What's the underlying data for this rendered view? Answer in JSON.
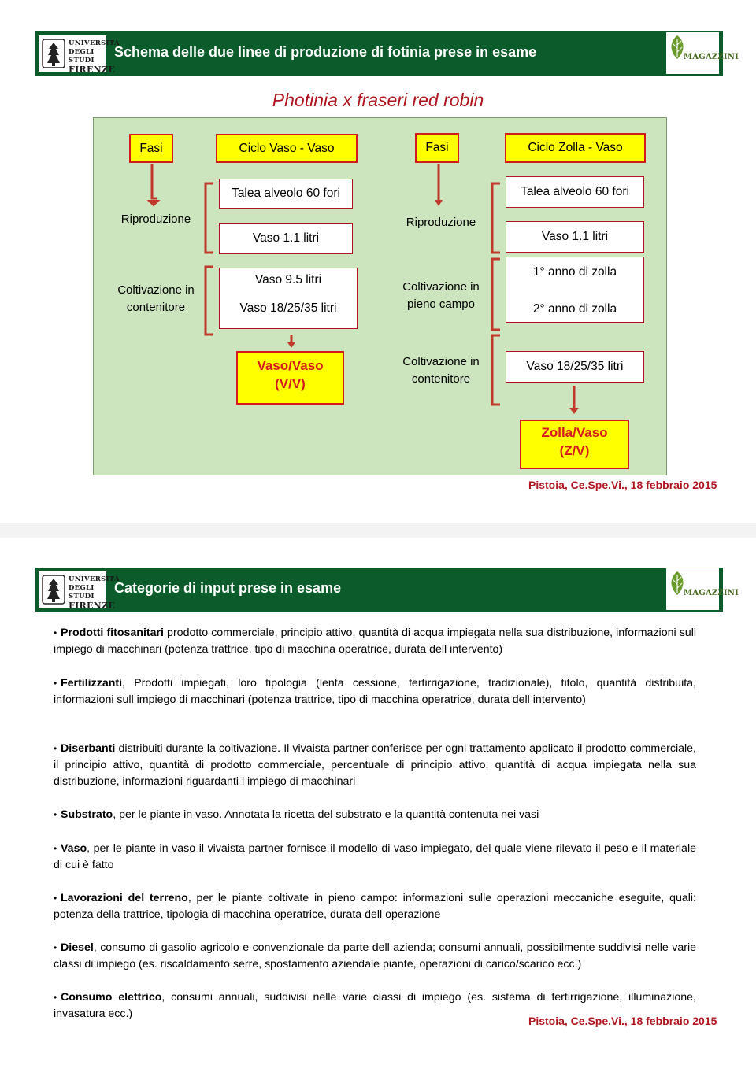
{
  "slide1": {
    "header_title": "Schema delle due linee di produzione di fotinia prese in esame",
    "logo_left_lines": [
      "UNIVERSITÀ",
      "DEGLI STUDI",
      "FIRENZE"
    ],
    "logo_right_text": "MAGAZZINI",
    "species_title": "Photinia x fraseri  red robin",
    "diagram": {
      "col1_header": "Fasi",
      "col2_header": "Ciclo Vaso - Vaso",
      "col3_header": "Fasi",
      "col4_header": "Ciclo Zolla - Vaso",
      "phase_left_1": "Riproduzione",
      "phase_left_2_line1": "Coltivazione in",
      "phase_left_2_line2": "contenitore",
      "vv_talea": "Talea alveolo 60 fori",
      "vv_vaso1": "Vaso 1.1 litri",
      "vv_vaso9": "Vaso 9.5 litri",
      "vv_vaso18": "Vaso 18/25/35 litri",
      "vv_result_line1": "Vaso/Vaso",
      "vv_result_line2": "(V/V)",
      "phase_right_1": "Riproduzione",
      "phase_right_2_line1": "Coltivazione in",
      "phase_right_2_line2": "pieno campo",
      "phase_right_3_line1": "Coltivazione in",
      "phase_right_3_line2": "contenitore",
      "zv_talea": "Talea alveolo 60 fori",
      "zv_vaso1": "Vaso 1.1 litri",
      "zv_anno1": "1° anno di zolla",
      "zv_anno2": "2° anno di zolla",
      "zv_vaso18": "Vaso 18/25/35 litri",
      "zv_result_line1": "Zolla/Vaso",
      "zv_result_line2": "(Z/V)"
    },
    "footer_date": "Pistoia, Ce.Spe.Vi., 18 febbraio 2015"
  },
  "slide2": {
    "header_title": "Categorie di input prese in esame",
    "logo_left_lines": [
      "UNIVERSITÀ",
      "DEGLI STUDI",
      "FIRENZE"
    ],
    "logo_right_text": "MAGAZZINI",
    "items": [
      {
        "term": "Prodotti fitosanitari",
        "text": " prodotto commerciale, principio attivo, quantità di acqua impiegata nella sua distribuzione, informazioni sull impiego di macchinari (potenza trattrice, tipo di macchina operatrice, durata dell intervento)"
      },
      {
        "term": "Fertilizzanti",
        "text": ", Prodotti impiegati, loro tipologia (lenta cessione, fertirrigazione, tradizionale), titolo, quantità distribuita, informazioni sull impiego di macchinari (potenza trattrice, tipo di macchina operatrice, durata dell intervento)"
      },
      {
        "term": "Diserbanti",
        "text": " distribuiti durante la coltivazione. Il vivaista partner conferisce per ogni trattamento applicato il prodotto commerciale, il principio attivo, quantità di prodotto commerciale, percentuale di principio attivo,  quantità di acqua impiegata nella sua distribuzione, informazioni riguardanti l impiego di macchinari"
      },
      {
        "term": "Substrato",
        "text": ", per le piante in vaso. Annotata la  ricetta  del substrato e la quantità contenuta nei vasi"
      },
      {
        "term": "Vaso",
        "text": ", per le piante in vaso il vivaista partner fornisce il modello di vaso impiegato, del quale viene rilevato il peso e il materiale di cui è fatto"
      },
      {
        "term": "Lavorazioni del terreno",
        "text": ", per le piante coltivate in pieno campo: informazioni sulle operazioni meccaniche eseguite, quali: potenza della trattrice, tipologia di macchina operatrice, durata dell operazione"
      },
      {
        "term": "Diesel",
        "text": ", consumo di gasolio agricolo e convenzionale da parte dell azienda; consumi annuali, possibilmente suddivisi nelle varie classi di impiego (es. riscaldamento serre, spostamento aziendale piante, operazioni di carico/scarico ecc.)"
      },
      {
        "term": "Consumo elettrico",
        "text": ", consumi annuali, suddivisi nelle varie classi di impiego (es. sistema di fertirrigazione, illuminazione, invasatura ecc.)"
      }
    ],
    "footer_date": "Pistoia, Ce.Spe.Vi., 18 febbraio 2015"
  },
  "colors": {
    "header_green": "#0b5b2b",
    "diagram_bg": "#cde5bf",
    "accent_red": "#b0151f",
    "highlight_yellow": "#ffff00"
  }
}
